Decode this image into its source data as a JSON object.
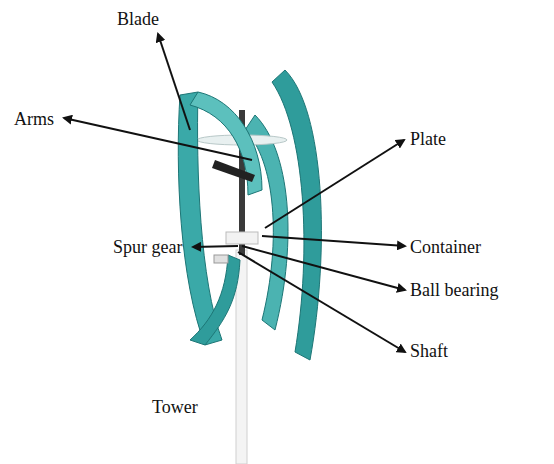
{
  "diagram": {
    "labels": [
      "Blade",
      "Arms",
      "Plate",
      "Spur gear",
      "Container",
      "Ball bearing",
      "Shaft",
      "Tower"
    ]
  }
}
